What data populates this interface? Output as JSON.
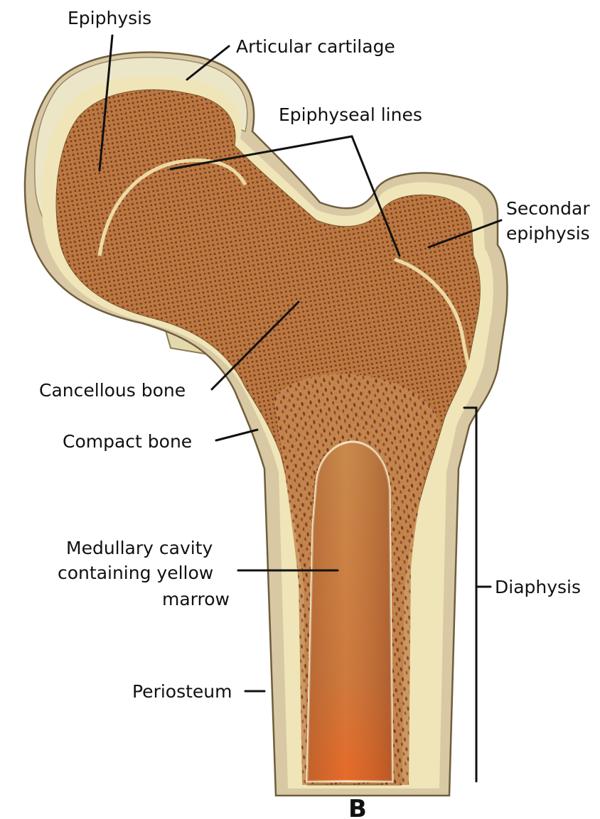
{
  "labels": {
    "epiphysis": "Epiphysis",
    "articular_cartilage": "Articular cartilage",
    "epiphyseal_lines": "Epiphyseal lines",
    "secondary_epiphysis_line1": "Secondar",
    "secondary_epiphysis_line2": "epiphysis",
    "cancellous_bone": "Cancellous bone",
    "compact_bone": "Compact bone",
    "medullary_line1": "Medullary cavity",
    "medullary_line2": "containing yellow",
    "medullary_line3": "marrow",
    "diaphysis": "Diaphysis",
    "periosteum": "Periosteum",
    "panel_letter": "B"
  },
  "colors": {
    "cartilage": "#ece6c8",
    "compact_bone": "#efe5b8",
    "cancellous": "#b9793f",
    "cancellous_dot": "#8a3a2a",
    "marrow_top": "#c98a4c",
    "marrow_bottom": "#e07030",
    "periosteum": "#d8c9a4",
    "ink": "#111111"
  }
}
